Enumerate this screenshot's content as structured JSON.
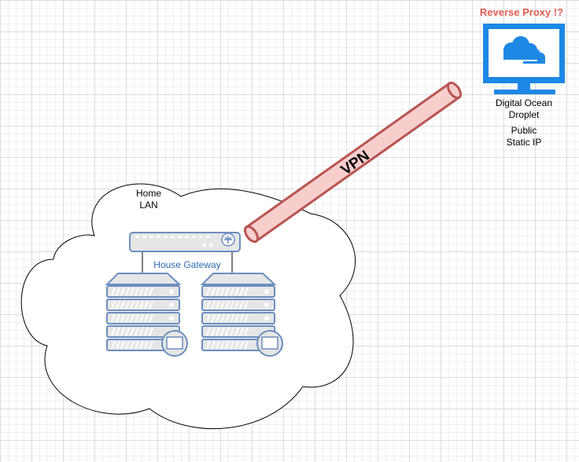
{
  "title": "Reverse Proxy !?",
  "droplet": {
    "name_line1": "Digital Ocean",
    "name_line2": "Droplet",
    "ip_line1": "Public",
    "ip_line2": "Static IP"
  },
  "home": {
    "line1": "Home",
    "line2": "LAN"
  },
  "gateway": {
    "label": "House Gateway"
  },
  "tunnel": {
    "label": "VPN"
  },
  "colors": {
    "title": "#e06055",
    "monitor": "#1e88e5",
    "tunnel_fill": "#f8cecc",
    "tunnel_stroke": "#b85450",
    "server_stroke": "#6c8ebf",
    "server_fill": "#e8e8e8",
    "gateway_label": "#2d6cb3"
  }
}
